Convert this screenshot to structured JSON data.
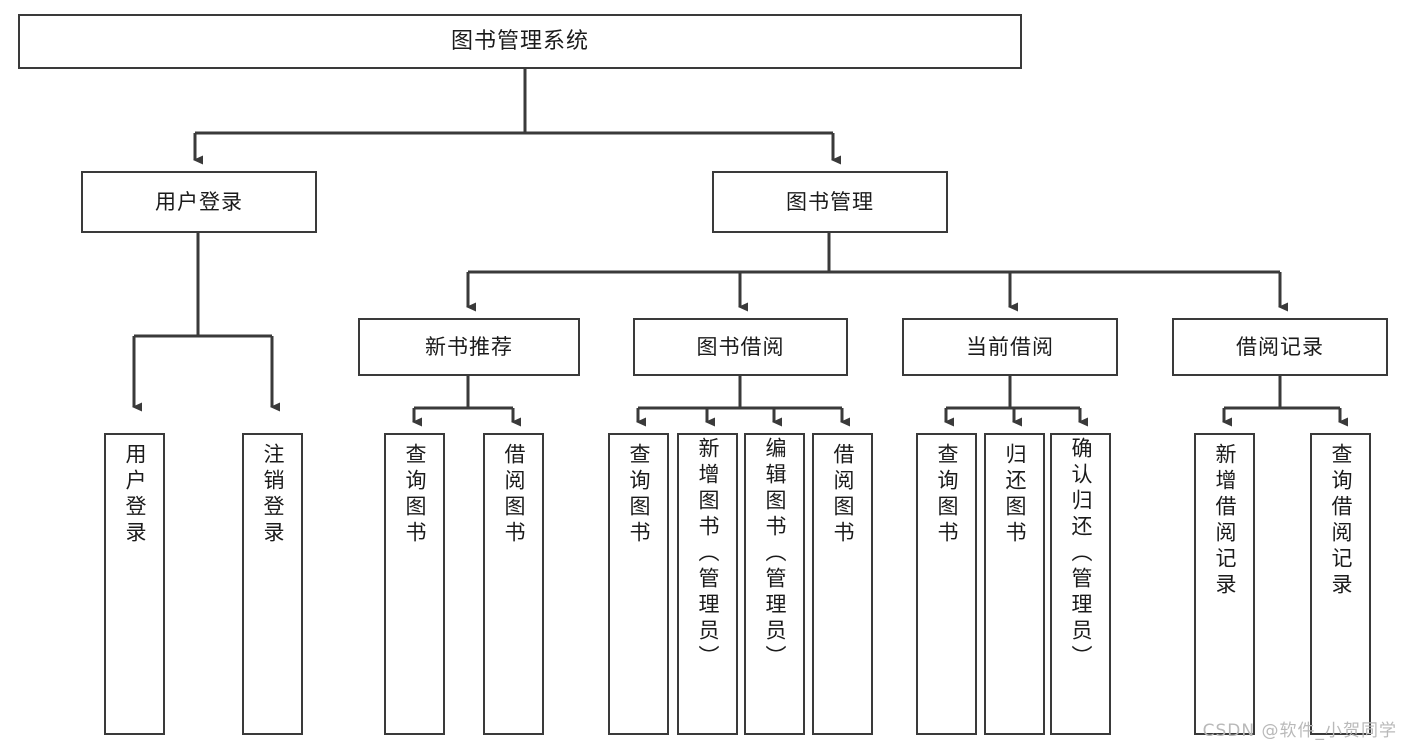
{
  "diagram": {
    "title": "图书管理系统",
    "type": "tree-hierarchy-chart",
    "stroke_color": "#3a3a3a",
    "fill_color": "#ffffff",
    "text_color": "#1b1b1b",
    "root": {
      "label": "图书管理系统"
    },
    "level2": [
      {
        "label": "用户登录"
      },
      {
        "label": "图书管理"
      }
    ],
    "level3": [
      {
        "label": "新书推荐"
      },
      {
        "label": "图书借阅"
      },
      {
        "label": "当前借阅"
      },
      {
        "label": "借阅记录"
      }
    ],
    "leaves": {
      "user_login": [
        {
          "label": "用户登录"
        },
        {
          "label": "注销登录"
        }
      ],
      "new_book_recommend": [
        {
          "label": "查询图书"
        },
        {
          "label": "借阅图书"
        }
      ],
      "book_borrow": [
        {
          "label": "查询图书"
        },
        {
          "label": "新增图书（管理员）"
        },
        {
          "label": "编辑图书（管理员）"
        },
        {
          "label": "借阅图书"
        }
      ],
      "current_borrow": [
        {
          "label": "查询图书"
        },
        {
          "label": "归还图书"
        },
        {
          "label": "确认归还（管理员）"
        }
      ],
      "borrow_record": [
        {
          "label": "新增借阅记录"
        },
        {
          "label": "查询借阅记录"
        }
      ]
    }
  },
  "watermark": {
    "text": "CSDN @软件_小贺同学"
  }
}
